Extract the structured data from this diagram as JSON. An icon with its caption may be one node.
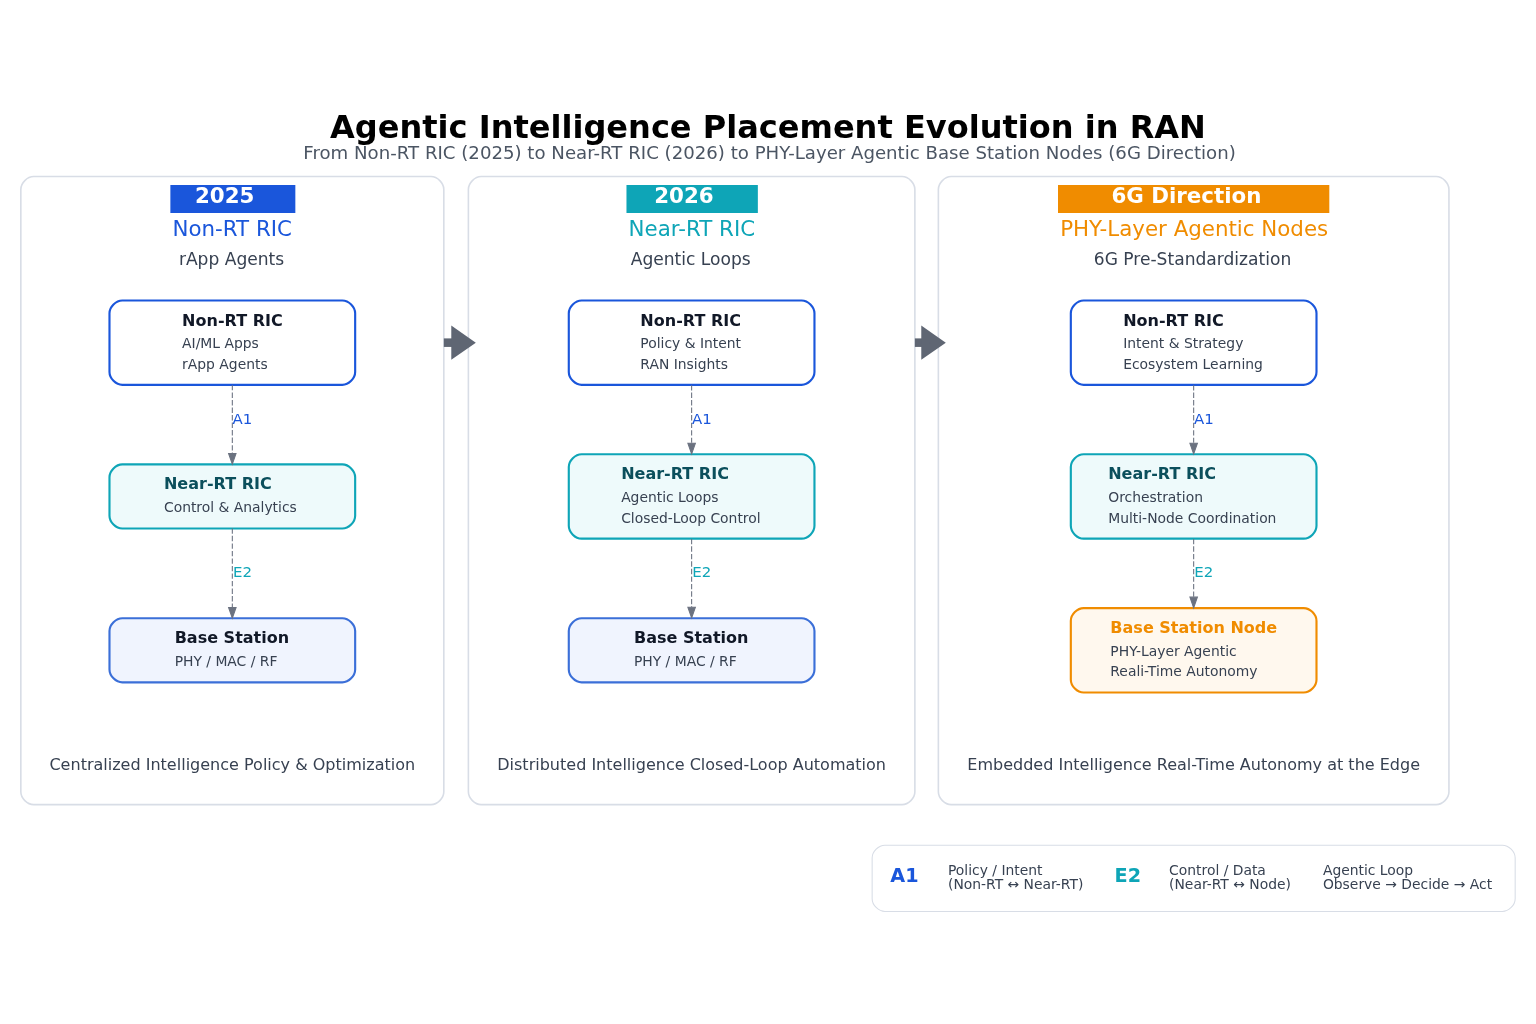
{
  "diagram": {
    "title": "Agentic Intelligence Placement Evolution in RAN",
    "caption": "From Non-RT RIC (2025) to Near-RT RIC (2026) to PHY-Layer Agentic Base Station Nodes (6G Direction)",
    "nodes": [
      {
        "text": [
          "2025",
          "Non-RT RIC",
          "rApp Agents",
          "Centralized Intelligence Policy & Optimization"
        ]
      },
      {
        "text": [
          "Non-RT RIC",
          "AI/ML Apps",
          "rApp Agents"
        ],
        "in": 0
      },
      {
        "text": [
          "Near-RT RIC",
          "Control & Analytics"
        ],
        "in": 0
      },
      {
        "text": [
          "Base Station",
          "PHY / MAC / RF"
        ],
        "in": 0
      },
      {
        "text": [
          "2026",
          "Near-RT RIC",
          "Agentic Loops",
          "Distributed Intelligence Closed-Loop Automation"
        ]
      },
      {
        "text": [
          "Non-RT RIC",
          "Policy & Intent",
          "RAN Insights"
        ],
        "in": 4
      },
      {
        "text": [
          "Near-RT RIC",
          "Agentic Loops",
          "Closed-Loop Control"
        ],
        "in": 4
      },
      {
        "text": [
          "Base Station",
          "PHY / MAC / RF"
        ],
        "in": 4
      },
      {
        "text": [
          "6G Direction",
          "PHY-Layer Agentic Nodes",
          "6G Pre-Standardization",
          "Embedded Intelligence Real-Time Autonomy at the Edge"
        ]
      },
      {
        "text": [
          "Non-RT RIC",
          "Intent & Strategy",
          "Ecosystem Learning"
        ],
        "in": 8
      },
      {
        "text": [
          "Near-RT RIC",
          "Orchestration",
          "Multi-Node Coordination"
        ],
        "in": 8
      },
      {
        "text": [
          "Base Station Node",
          "PHY-Layer Agentic",
          "Reali-Time Autonomy"
        ],
        "in": 8
      }
    ],
    "edges": [
      {
        "from": 1,
        "to": 2,
        "arrow": "to",
        "label": "A1",
        "style": "dashed"
      },
      {
        "from": 2,
        "to": 3,
        "arrow": "to",
        "label": "E2",
        "style": "dashed"
      },
      {
        "from": 5,
        "to": 6,
        "arrow": "to",
        "label": "A1",
        "style": "dashed"
      },
      {
        "from": 6,
        "to": 7,
        "arrow": "to",
        "label": "E2",
        "style": "dashed"
      },
      {
        "from": 9,
        "to": 10,
        "arrow": "to",
        "label": "A1",
        "style": "dashed"
      },
      {
        "from": 10,
        "to": 11,
        "arrow": "to",
        "label": "E2",
        "style": "dashed"
      },
      {
        "from": 0,
        "to": 4,
        "arrow": "to",
        "style": "thick",
        "color": "#5f6673"
      },
      {
        "from": 4,
        "to": 8,
        "arrow": "to",
        "style": "thick",
        "color": "#5f6673"
      }
    ],
    "labels": [
      "A1",
      "Policy / Intent",
      "(Non-RT ↔ Near-RT)",
      "E2",
      "Control / Data",
      "(Near-RT ↔ Node)",
      "Agentic Loop",
      "Observe → Decide → Act"
    ]
  }
}
